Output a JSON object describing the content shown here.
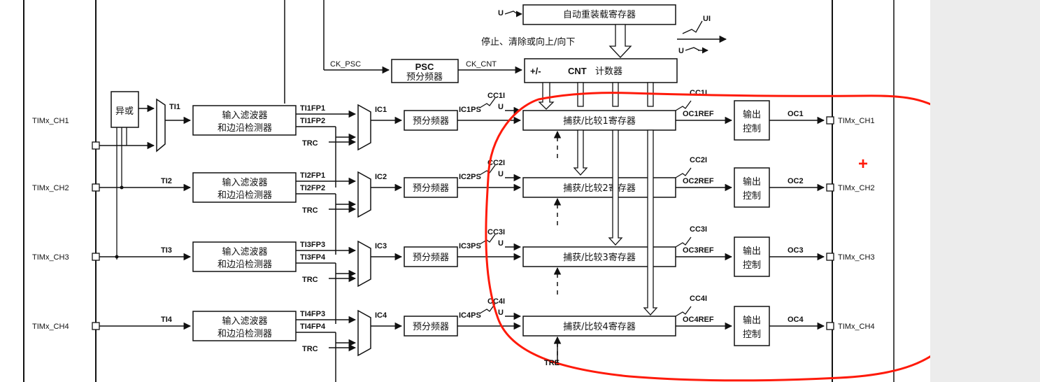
{
  "colors": {
    "annotation": "#ff1a0a",
    "panel": "#ececec",
    "ink": "#111111"
  },
  "top": {
    "arr_label": "自动重装载寄存器",
    "ctrl_label": "停止、清除或向上/向下",
    "psc_title": "PSC",
    "psc_sub": "预分频器",
    "ck_psc": "CK_PSC",
    "ck_cnt": "CK_CNT",
    "cnt_pm": "+/-",
    "cnt_name": "CNT",
    "cnt_cn": "计数器",
    "u": "U",
    "ui": "UI"
  },
  "xor_label": "异或",
  "filter_line1": "输入滤波器",
  "filter_line2": "和边沿检测器",
  "prescaler_label": "预分频器",
  "output_ctrl_line1": "输出",
  "output_ctrl_line2": "控制",
  "trc": "TRC",
  "u_label": "U",
  "bottom_cut": "TRE",
  "annotation_plus": "+",
  "channels": [
    {
      "pin": "TIMx_CH1",
      "ti": "TI1",
      "fpa": "TI1FP1",
      "fpb": "TI1FP2",
      "ic": "IC1",
      "icps": "IC1PS",
      "cci": "CC1I",
      "ccr": "捕获/比较1寄存器",
      "cc_out": "CC1I",
      "ocref": "OC1REF",
      "oc": "OC1",
      "out_pin": "TIMx_CH1"
    },
    {
      "pin": "TIMx_CH2",
      "ti": "TI2",
      "fpa": "TI2FP1",
      "fpb": "TI2FP2",
      "ic": "IC2",
      "icps": "IC2PS",
      "cci": "CC2I",
      "ccr": "捕获/比较2寄存器",
      "cc_out": "CC2I",
      "ocref": "OC2REF",
      "oc": "OC2",
      "out_pin": "TIMx_CH2"
    },
    {
      "pin": "TIMx_CH3",
      "ti": "TI3",
      "fpa": "TI3FP3",
      "fpb": "TI3FP4",
      "ic": "IC3",
      "icps": "IC3PS",
      "cci": "CC3I",
      "ccr": "捕获/比较3寄存器",
      "cc_out": "CC3I",
      "ocref": "OC3REF",
      "oc": "OC3",
      "out_pin": "TIMx_CH3"
    },
    {
      "pin": "TIMx_CH4",
      "ti": "TI4",
      "fpa": "TI4FP3",
      "fpb": "TI4FP4",
      "ic": "IC4",
      "icps": "IC4PS",
      "cci": "CC4I",
      "ccr": "捕获/比较4寄存器",
      "cc_out": "CC4I",
      "ocref": "OC4REF",
      "oc": "OC4",
      "out_pin": "TIMx_CH4"
    }
  ]
}
